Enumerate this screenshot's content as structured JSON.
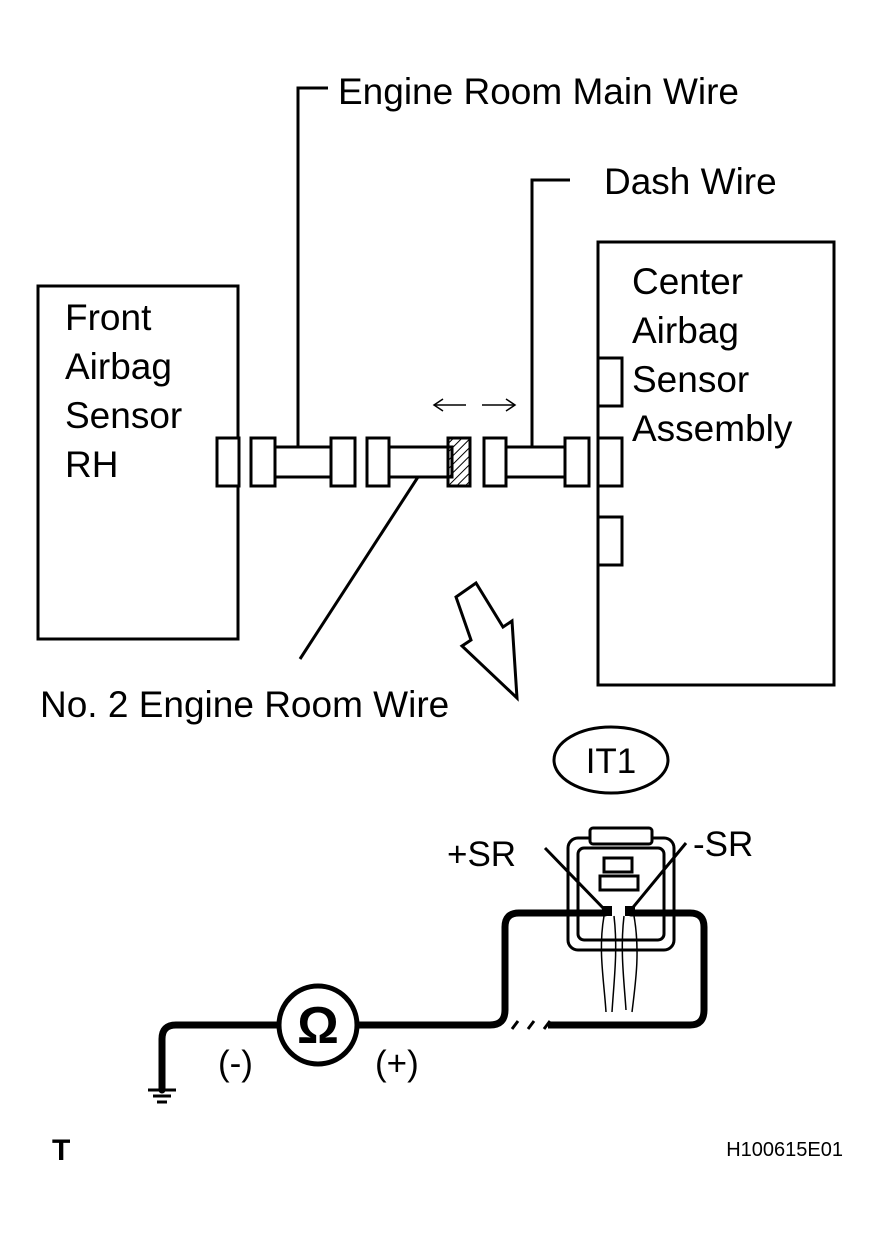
{
  "labels": {
    "engine_room_main_wire": "Engine Room Main Wire",
    "dash_wire": "Dash Wire",
    "no2_engine_room_wire": "No. 2 Engine Room Wire",
    "front_sensor": [
      "Front",
      "Airbag",
      "Sensor",
      "RH"
    ],
    "center_sensor": [
      "Center",
      "Airbag",
      "Sensor",
      "Assembly"
    ],
    "connector_id": "IT1",
    "pin_plus": "+SR",
    "pin_minus": "-SR",
    "meter_neg": "(-)",
    "meter_pos": "(+)",
    "meter_symbol": "Ω",
    "corner_letter": "T",
    "figure_code": "H100615E01"
  }
}
